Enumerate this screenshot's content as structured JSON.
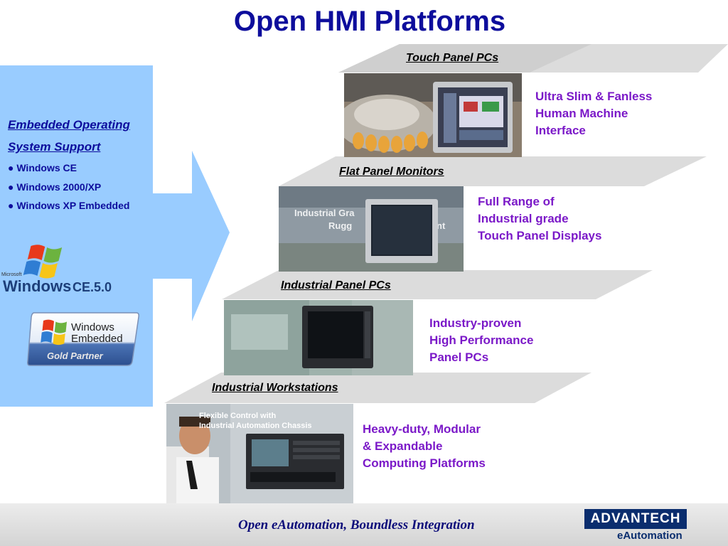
{
  "title": "Open HMI Platforms",
  "side": {
    "heading_line1": "Embedded Operating",
    "heading_line2": "System Support",
    "bullets": [
      "● Windows CE",
      "● Windows 2000/XP",
      "● Windows XP Embedded"
    ],
    "logo_ce": {
      "brand": "Microsoft",
      "product": "Windows",
      "version": "CE.5.0"
    },
    "logo_embedded": {
      "line1": "Windows",
      "line2": "Embedded",
      "badge": "Gold Partner"
    }
  },
  "tiers": [
    {
      "label": "Touch Panel PCs",
      "desc": [
        "Ultra Slim & Fanless",
        "Human Machine",
        "Interface"
      ]
    },
    {
      "label": "Flat Panel Monitors",
      "desc": [
        "Full Range of",
        "Industrial grade",
        "Touch Panel Displays"
      ]
    },
    {
      "label": "Industrial Panel PCs",
      "desc": [
        "Industry-proven",
        "High Performance",
        "Panel PCs"
      ]
    },
    {
      "label": "Industrial Workstations",
      "desc": [
        "Heavy-duty, Modular",
        "& Expandable",
        "Computing Platforms"
      ]
    }
  ],
  "photos": {
    "flat_panel_overlay": [
      "Industrial Gra",
      "Rugg",
      "nt"
    ],
    "workstation_overlay": [
      "Flexible Control with",
      "Industrial Automation Chassis"
    ]
  },
  "footer": {
    "tagline": "Open eAutomation, Boundless Integration",
    "brand": "ADVANTECH",
    "sub": "eAutomation"
  },
  "colors": {
    "title": "#0d0d9c",
    "desc": "#7b19c8",
    "side_panel": "#99ccff",
    "band": "#dcdcdc",
    "brand": "#0a2d6e"
  }
}
